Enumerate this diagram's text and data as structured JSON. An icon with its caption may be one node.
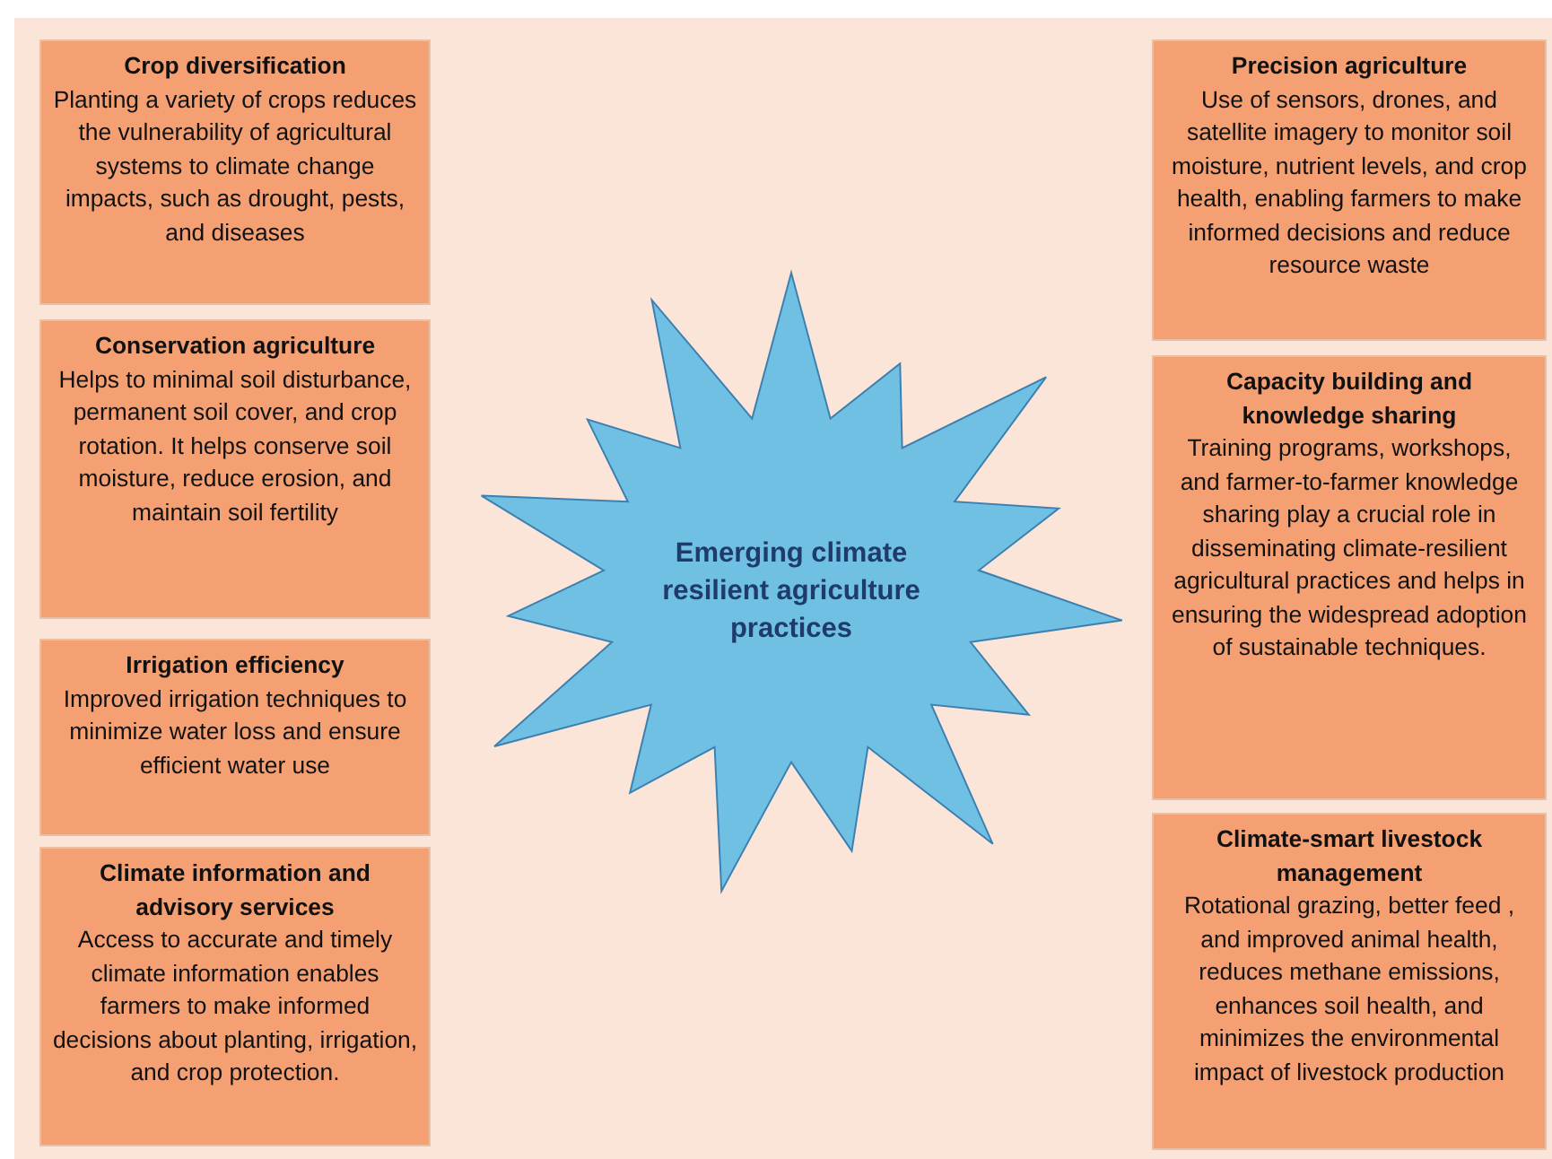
{
  "diagram": {
    "nodes": [
      {
        "text": [
          "Emerging climate resilient agriculture practices"
        ]
      },
      {
        "text": [
          "Crop diversification",
          "Planting a variety of crops reduces the vulnerability of agricultural systems to climate change impacts, such as drought, pests, and diseases"
        ]
      },
      {
        "text": [
          "Conservation agriculture",
          "Helps to minimal soil disturbance, permanent soil cover, and crop rotation. It helps conserve soil moisture, reduce erosion, and maintain soil fertility"
        ]
      },
      {
        "text": [
          "Irrigation efficiency",
          "Improved irrigation techniques  to minimize water loss and ensure efficient water use"
        ]
      },
      {
        "text": [
          "Climate information and advisory services",
          "Access to accurate and timely climate information enables farmers to make informed decisions about planting, irrigation, and crop protection."
        ]
      },
      {
        "text": [
          "Precision agriculture",
          "Use of sensors, drones, and satellite imagery to monitor soil moisture, nutrient levels, and crop health, enabling farmers to make informed decisions and reduce resource waste"
        ]
      },
      {
        "text": [
          "Capacity building and knowledge sharing",
          "Training programs, workshops, and farmer-to-farmer knowledge sharing  play a crucial role in disseminating climate-resilient agricultural practices and helps in ensuring the widespread adoption of sustainable techniques."
        ]
      },
      {
        "text": [
          "Climate-smart livestock management",
          "Rotational grazing, better feed , and improved animal health, reduces methane emissions, enhances soil health, and minimizes the environmental impact of livestock production"
        ]
      }
    ],
    "edges": []
  }
}
